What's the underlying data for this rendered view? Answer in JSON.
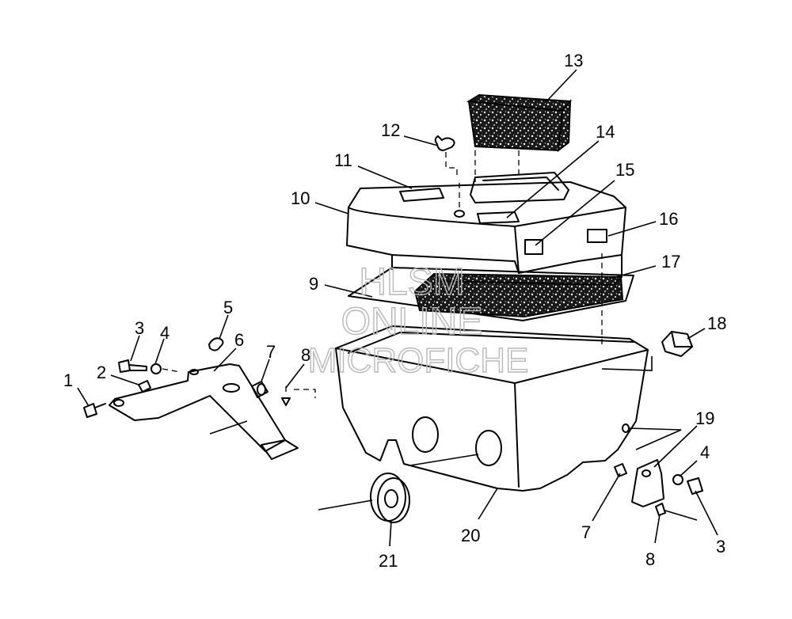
{
  "watermark": {
    "line1": "HLSM",
    "line2": "ONLINE",
    "line3": "MICROFICHE"
  },
  "callouts": [
    "1",
    "2",
    "3",
    "4",
    "5",
    "6",
    "7",
    "8",
    "9",
    "10",
    "11",
    "12",
    "13",
    "14",
    "15",
    "16",
    "17",
    "18",
    "19",
    "4",
    "7",
    "8",
    "3",
    "20",
    "21"
  ],
  "colors": {
    "ink": "#000000",
    "watermark": "#b8b8b8",
    "background": "#ffffff"
  }
}
